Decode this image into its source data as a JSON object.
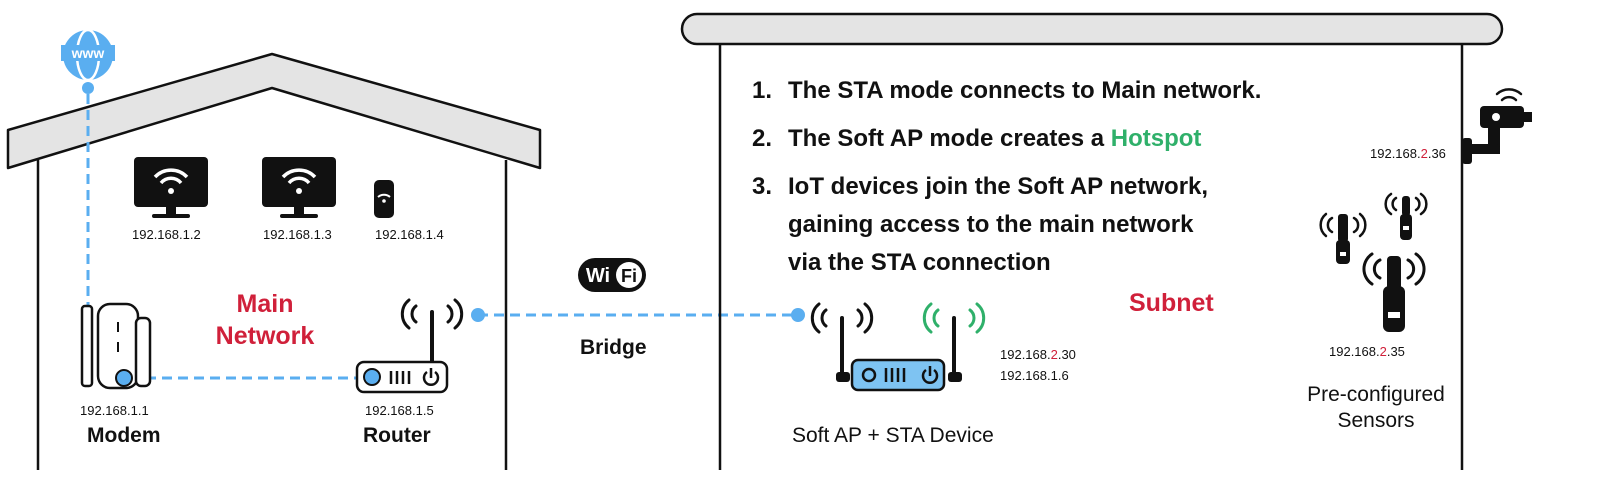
{
  "house": {
    "main_network_line1": "Main",
    "main_network_line2": "Network",
    "modem_ip": "192.168.1.1",
    "modem_label": "Modem",
    "router_ip": "192.168.1.5",
    "router_label": "Router",
    "monitor1_ip": "192.168.1.2",
    "monitor2_ip": "192.168.1.3",
    "phone_ip": "192.168.1.4",
    "www": "www"
  },
  "bridge": {
    "wifi_logo_left": "Wi",
    "wifi_logo_right": "Fi",
    "label": "Bridge"
  },
  "steps": [
    {
      "num": "1.",
      "text": "The STA mode connects to Main network."
    },
    {
      "num": "2.",
      "text_before": "The Soft AP mode creates a ",
      "highlight": "Hotspot"
    },
    {
      "num": "3.",
      "lines": [
        "IoT devices join the Soft AP network,",
        "gaining access to the main network",
        "via the STA connection"
      ]
    }
  ],
  "building": {
    "subnet_label": "Subnet",
    "device_label": "Soft AP + STA Device",
    "device_ip_prefix": "192.168.",
    "device_ip_mid": "2",
    "device_ip_suffix": ".30",
    "device_ip2": "192.168.1.6",
    "camera_ip_prefix": "192.168.",
    "camera_ip_mid": "2",
    "camera_ip_suffix": ".36",
    "sensor_ip_prefix": "192.168.",
    "sensor_ip_mid": "2",
    "sensor_ip_suffix": ".35",
    "sensors_line1": "Pre-configured",
    "sensors_line2": "Sensors"
  },
  "colors": {
    "link": "#5aaef0",
    "device_blue": "#7ec3f2",
    "highlight_red": "#d0203a",
    "hotspot_green": "#2fb06a",
    "roof_fill": "#e4e4e4",
    "dark": "#111111"
  }
}
